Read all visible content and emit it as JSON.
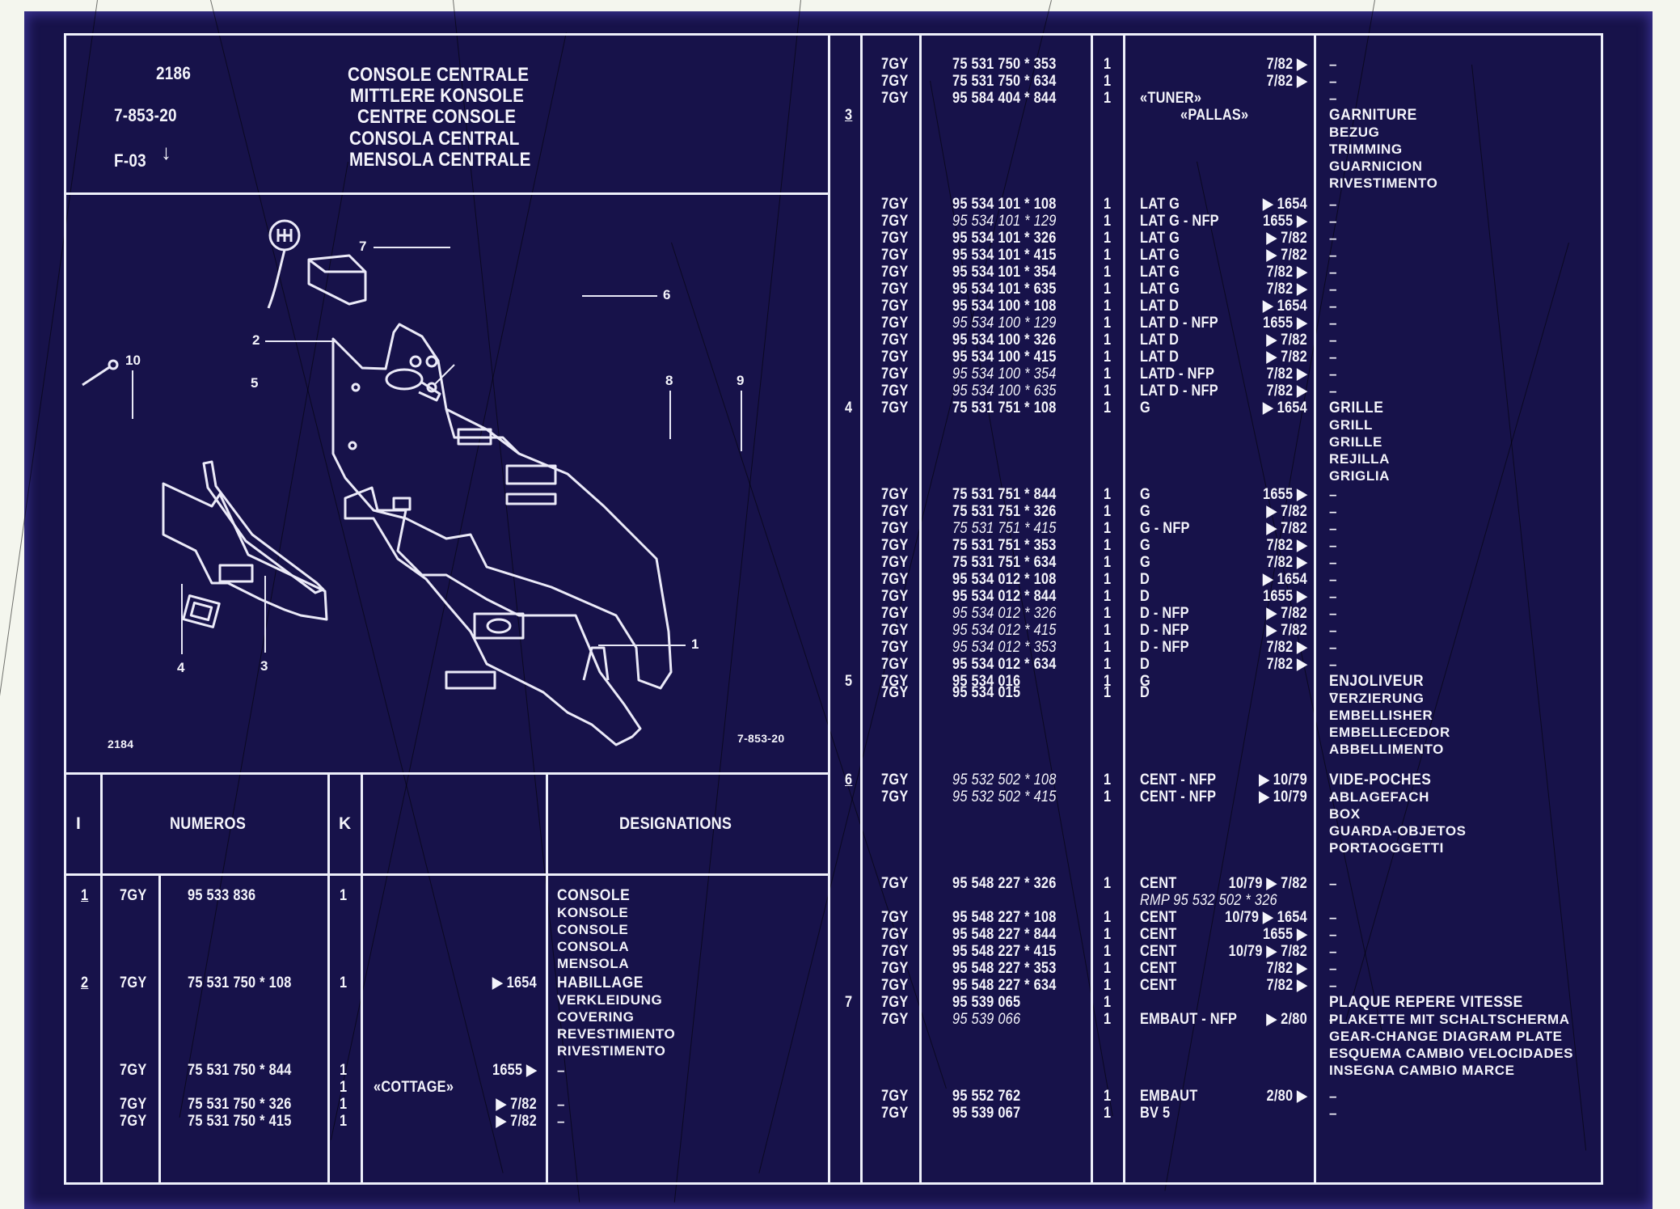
{
  "header": {
    "plate_number": "2186",
    "figure_ref": "7-853-20",
    "section": "F-03",
    "section_icon": "down-arrow-icon",
    "titles": [
      "CONSOLE CENTRALE",
      "MITTLERE KONSOLE",
      "CENTRE CONSOLE",
      "CONSOLA CENTRAL",
      "MENSOLA CENTRALE"
    ]
  },
  "diagram": {
    "bottom_left_label": "2184",
    "bottom_right_label": "7-853-20",
    "callouts": [
      "1",
      "2",
      "3",
      "4",
      "5",
      "6",
      "7",
      "8",
      "9",
      "10"
    ]
  },
  "table_header": {
    "index": "I",
    "numbers": "NUMEROS",
    "k": "K",
    "designations": "DESIGNATIONS"
  },
  "left_rows": [
    {
      "ref": "1",
      "ref_underlined": true,
      "code": "7GY",
      "number": "95 533 836",
      "k": "1",
      "note": "",
      "validity": "",
      "designation": [
        "CONSOLE",
        "KONSOLE",
        "CONSOLE",
        "CONSOLA",
        "MENSOLA"
      ]
    },
    {
      "ref": "2",
      "ref_underlined": true,
      "code": "7GY",
      "number": "75 531 750 * 108",
      "k": "1",
      "note": "",
      "validity": "▶ 1654",
      "designation": [
        "HABILLAGE",
        "VERKLEIDUNG",
        "COVERING",
        "REVESTIMIENTO",
        "RIVESTIMENTO"
      ]
    },
    {
      "ref": "",
      "code": "7GY",
      "number": "75 531 750 * 844",
      "k": "1",
      "note": "",
      "validity": "1655 ▶",
      "designation": [
        "–"
      ]
    },
    {
      "ref": "",
      "code": "",
      "number": "",
      "k": "1",
      "note": "«COTTAGE»",
      "validity": "",
      "designation": []
    },
    {
      "ref": "",
      "code": "7GY",
      "number": "75 531 750 * 326",
      "k": "1",
      "note": "",
      "validity": "▶ 7/82",
      "designation": [
        "–"
      ]
    },
    {
      "ref": "",
      "code": "7GY",
      "number": "75 531 750 * 415",
      "k": "1",
      "note": "",
      "validity": "▶ 7/82",
      "designation": [
        "–"
      ]
    }
  ],
  "right_rows": [
    {
      "ref": "",
      "code": "7GY",
      "number": "75 531 750 * 353",
      "italic": false,
      "k": "1",
      "note": "",
      "validity": "7/82 ▶",
      "designation": [
        "–"
      ]
    },
    {
      "ref": "",
      "code": "7GY",
      "number": "75 531 750 * 634",
      "italic": false,
      "k": "1",
      "note": "",
      "validity": "7/82 ▶",
      "designation": [
        "–"
      ]
    },
    {
      "ref": "",
      "code": "7GY",
      "number": "95 584 404 * 844",
      "italic": false,
      "k": "1",
      "note": "«TUNER»",
      "validity": "",
      "designation": [
        "–"
      ]
    },
    {
      "ref": "3",
      "ref_underlined": true,
      "code": "",
      "number": "",
      "italic": false,
      "k": "",
      "note": "«PALLAS»",
      "validity": "",
      "designation": [
        "GARNITURE",
        "BEZUG",
        "TRIMMING",
        "GUARNICION",
        "RIVESTIMENTO"
      ]
    },
    {
      "ref": "",
      "code": "7GY",
      "number": "95 534 101 * 108",
      "italic": false,
      "k": "1",
      "note": "LAT G",
      "validity": "▶ 1654",
      "designation": [
        "–"
      ]
    },
    {
      "ref": "",
      "code": "7GY",
      "number": "95 534 101 * 129",
      "italic": true,
      "k": "1",
      "note": "LAT G - NFP",
      "validity": "1655 ▶",
      "designation": [
        "–"
      ]
    },
    {
      "ref": "",
      "code": "7GY",
      "number": "95 534 101 * 326",
      "italic": false,
      "k": "1",
      "note": "LAT G",
      "validity": "▶ 7/82",
      "designation": [
        "–"
      ]
    },
    {
      "ref": "",
      "code": "7GY",
      "number": "95 534 101 * 415",
      "italic": false,
      "k": "1",
      "note": "LAT G",
      "validity": "▶ 7/82",
      "designation": [
        "–"
      ]
    },
    {
      "ref": "",
      "code": "7GY",
      "number": "95 534 101 * 354",
      "italic": false,
      "k": "1",
      "note": "LAT G",
      "validity": "7/82 ▶",
      "designation": [
        "–"
      ]
    },
    {
      "ref": "",
      "code": "7GY",
      "number": "95 534 101 * 635",
      "italic": false,
      "k": "1",
      "note": "LAT G",
      "validity": "7/82 ▶",
      "designation": [
        "–"
      ]
    },
    {
      "ref": "",
      "code": "7GY",
      "number": "95 534 100 * 108",
      "italic": false,
      "k": "1",
      "note": "LAT D",
      "validity": "▶ 1654",
      "designation": [
        "–"
      ]
    },
    {
      "ref": "",
      "code": "7GY",
      "number": "95 534 100 * 129",
      "italic": true,
      "k": "1",
      "note": "LAT D - NFP",
      "validity": "1655 ▶",
      "designation": [
        "–"
      ]
    },
    {
      "ref": "",
      "code": "7GY",
      "number": "95 534 100 * 326",
      "italic": false,
      "k": "1",
      "note": "LAT D",
      "validity": "▶ 7/82",
      "designation": [
        "–"
      ]
    },
    {
      "ref": "",
      "code": "7GY",
      "number": "95 534 100 * 415",
      "italic": false,
      "k": "1",
      "note": "LAT D",
      "validity": "▶ 7/82",
      "designation": [
        "–"
      ]
    },
    {
      "ref": "",
      "code": "7GY",
      "number": "95 534 100 * 354",
      "italic": true,
      "k": "1",
      "note": "LATD - NFP",
      "validity": "7/82 ▶",
      "designation": [
        "–"
      ]
    },
    {
      "ref": "",
      "code": "7GY",
      "number": "95 534 100 * 635",
      "italic": true,
      "k": "1",
      "note": "LAT D - NFP",
      "validity": "7/82 ▶",
      "designation": [
        "–"
      ]
    },
    {
      "ref": "4",
      "ref_underlined": false,
      "code": "7GY",
      "number": "75 531 751 * 108",
      "italic": false,
      "k": "1",
      "note": "G",
      "validity": "▶ 1654",
      "designation": [
        "GRILLE",
        "GRILL",
        "GRILLE",
        "REJILLA",
        "GRIGLIA"
      ]
    },
    {
      "ref": "",
      "code": "7GY",
      "number": "75 531 751 * 844",
      "italic": false,
      "k": "1",
      "note": "G",
      "validity": "1655 ▶",
      "designation": [
        "–"
      ]
    },
    {
      "ref": "",
      "code": "7GY",
      "number": "75 531 751 * 326",
      "italic": false,
      "k": "1",
      "note": "G",
      "validity": "▶ 7/82",
      "designation": [
        "–"
      ]
    },
    {
      "ref": "",
      "code": "7GY",
      "number": "75 531 751 * 415",
      "italic": true,
      "k": "1",
      "note": "G - NFP",
      "validity": "▶ 7/82",
      "designation": [
        "–"
      ]
    },
    {
      "ref": "",
      "code": "7GY",
      "number": "75 531 751 * 353",
      "italic": false,
      "k": "1",
      "note": "G",
      "validity": "7/82 ▶",
      "designation": [
        "–"
      ]
    },
    {
      "ref": "",
      "code": "7GY",
      "number": "75 531 751 * 634",
      "italic": false,
      "k": "1",
      "note": "G",
      "validity": "7/82 ▶",
      "designation": [
        "–"
      ]
    },
    {
      "ref": "",
      "code": "7GY",
      "number": "95 534 012 * 108",
      "italic": false,
      "k": "1",
      "note": "D",
      "validity": "▶ 1654",
      "designation": [
        "–"
      ]
    },
    {
      "ref": "",
      "code": "7GY",
      "number": "95 534 012 * 844",
      "italic": false,
      "k": "1",
      "note": "D",
      "validity": "1655 ▶",
      "designation": [
        "–"
      ]
    },
    {
      "ref": "",
      "code": "7GY",
      "number": "95 534 012 * 326",
      "italic": true,
      "k": "1",
      "note": "D - NFP",
      "validity": "▶ 7/82",
      "designation": [
        "–"
      ]
    },
    {
      "ref": "",
      "code": "7GY",
      "number": "95 534 012 * 415",
      "italic": true,
      "k": "1",
      "note": "D - NFP",
      "validity": "▶ 7/82",
      "designation": [
        "–"
      ]
    },
    {
      "ref": "",
      "code": "7GY",
      "number": "95 534 012 * 353",
      "italic": true,
      "k": "1",
      "note": "D - NFP",
      "validity": "7/82 ▶",
      "designation": [
        "–"
      ]
    },
    {
      "ref": "",
      "code": "7GY",
      "number": "95 534 012 * 634",
      "italic": false,
      "k": "1",
      "note": "D",
      "validity": "7/82 ▶",
      "designation": [
        "–"
      ]
    },
    {
      "ref": "5",
      "ref_underlined": false,
      "code": "7GY",
      "number": "95 534 016",
      "italic": false,
      "k": "1",
      "note": "G",
      "validity": "",
      "designation": [
        "ENJOLIVEUR",
        "VERZIERUNG",
        "EMBELLISHER",
        "EMBELLECEDOR",
        "ABBELLIMENTO"
      ]
    },
    {
      "ref": "",
      "code": "7GY",
      "number": "95 534 015",
      "italic": false,
      "k": "1",
      "note": "D",
      "validity": "",
      "designation": [
        "–"
      ]
    },
    {
      "ref": "6",
      "ref_underlined": true,
      "code": "7GY",
      "number": "95 532 502 * 108",
      "italic": true,
      "k": "1",
      "note": "CENT - NFP",
      "validity": "▶ 10/79",
      "designation": [
        "VIDE-POCHES",
        "ABLAGEFACH",
        "BOX",
        "GUARDA-OBJETOS",
        "PORTAOGGETTI"
      ]
    },
    {
      "ref": "",
      "code": "7GY",
      "number": "95 532 502 * 415",
      "italic": true,
      "k": "1",
      "note": "CENT - NFP",
      "validity": "▶ 10/79",
      "designation": [
        "–"
      ]
    },
    {
      "ref": "",
      "code": "7GY",
      "number": "95 548 227 * 326",
      "italic": false,
      "k": "1",
      "note": "CENT",
      "validity": "10/79 ▶ 7/82",
      "designation": [
        "–"
      ]
    },
    {
      "ref": "",
      "code": "",
      "number": "",
      "italic": false,
      "k": "",
      "note": "RMP 95 532 502 * 326",
      "validity": "",
      "designation": []
    },
    {
      "ref": "",
      "code": "7GY",
      "number": "95 548 227 * 108",
      "italic": false,
      "k": "1",
      "note": "CENT",
      "validity": "10/79 ▶ 1654",
      "designation": [
        "–"
      ]
    },
    {
      "ref": "",
      "code": "7GY",
      "number": "95 548 227 * 844",
      "italic": false,
      "k": "1",
      "note": "CENT",
      "validity": "1655 ▶",
      "designation": [
        "–"
      ]
    },
    {
      "ref": "",
      "code": "7GY",
      "number": "95 548 227 * 415",
      "italic": false,
      "k": "1",
      "note": "CENT",
      "validity": "10/79 ▶ 7/82",
      "designation": [
        "–"
      ]
    },
    {
      "ref": "",
      "code": "7GY",
      "number": "95 548 227 * 353",
      "italic": false,
      "k": "1",
      "note": "CENT",
      "validity": "7/82 ▶",
      "designation": [
        "–"
      ]
    },
    {
      "ref": "",
      "code": "7GY",
      "number": "95 548 227 * 634",
      "italic": false,
      "k": "1",
      "note": "CENT",
      "validity": "7/82 ▶",
      "designation": [
        "–"
      ]
    },
    {
      "ref": "7",
      "ref_underlined": false,
      "code": "7GY",
      "number": "95 539 065",
      "italic": false,
      "k": "1",
      "note": "",
      "validity": "",
      "designation": [
        "PLAQUE REPERE VITESSE",
        "PLAKETTE MIT SCHALTSCHERMA",
        "GEAR-CHANGE DIAGRAM PLATE",
        "ESQUEMA CAMBIO VELOCIDADES",
        "INSEGNA CAMBIO MARCE"
      ]
    },
    {
      "ref": "",
      "code": "7GY",
      "number": "95 539 066",
      "italic": true,
      "k": "1",
      "note": "EMBAUT - NFP",
      "validity": "▶ 2/80",
      "designation": [
        "–"
      ]
    },
    {
      "ref": "",
      "code": "7GY",
      "number": "95 552 762",
      "italic": false,
      "k": "1",
      "note": "EMBAUT",
      "validity": "2/80 ▶",
      "designation": [
        "–"
      ]
    },
    {
      "ref": "",
      "code": "7GY",
      "number": "95 539 067",
      "italic": false,
      "k": "1",
      "note": "BV 5",
      "validity": "",
      "designation": [
        "–"
      ]
    }
  ],
  "colors": {
    "background_film": "#17124a",
    "ink": "#f4f4fb",
    "paper": "#f4f6ee"
  }
}
